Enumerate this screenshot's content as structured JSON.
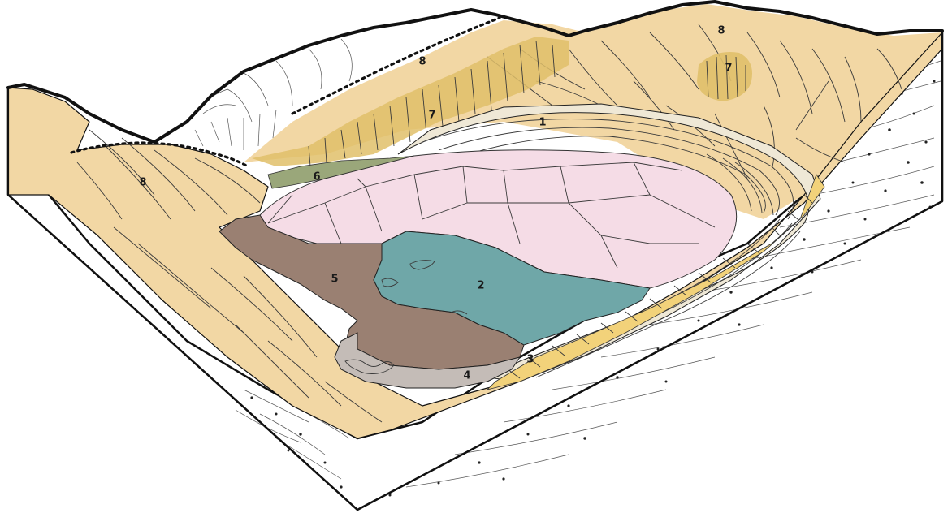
{
  "diagram": {
    "zone_labels": [
      {
        "id": "zone-1",
        "text": "1"
      },
      {
        "id": "zone-2",
        "text": "2"
      },
      {
        "id": "zone-3",
        "text": "3"
      },
      {
        "id": "zone-4",
        "text": "4"
      },
      {
        "id": "zone-5",
        "text": "5"
      },
      {
        "id": "zone-6",
        "text": "6"
      },
      {
        "id": "zone-7-left",
        "text": "7"
      },
      {
        "id": "zone-7-right",
        "text": "7"
      },
      {
        "id": "zone-8-left",
        "text": "8"
      },
      {
        "id": "zone-8-center",
        "text": "8"
      },
      {
        "id": "zone-8-right",
        "text": "8"
      }
    ],
    "colors": {
      "zone-1-terraces": "#efe8d6",
      "zone-2-water": "#6fa7a8",
      "zone-3-yellow-band": "#f2d27a",
      "zone-4-grey": "#c4bcb7",
      "zone-5-brown": "#9a8072",
      "zone-6-green": "#9aa77a",
      "zone-7-ochre": "#e0c06a",
      "zone-8-tan": "#f2d7a4",
      "pit-floor-pink": "#f5dce6",
      "bedrock-white": "#ffffff",
      "outline": "#111111"
    }
  }
}
